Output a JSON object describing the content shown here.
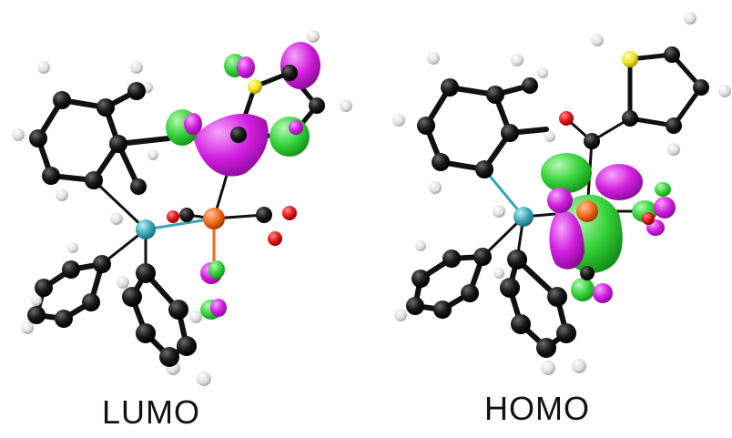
{
  "figure": {
    "panels": [
      {
        "caption": "LUMO"
      },
      {
        "caption": "HOMO"
      }
    ]
  },
  "colors": {
    "carbon": "#151515",
    "hydrogen": "#e9e9e9",
    "phosphorus": "#3aa6b4",
    "metal": "#f26a1b",
    "oxygen": "#e5141b",
    "sulfur": "#f2e51c",
    "orbital_positive": "#d21fe0",
    "orbital_negative": "#35d43a"
  },
  "icons": [
    "lumo-molecule-illustration",
    "homo-molecule-illustration"
  ]
}
